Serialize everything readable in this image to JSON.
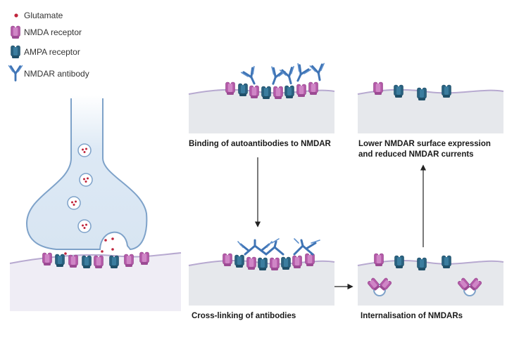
{
  "legend": {
    "glutamate": "Glutamate",
    "nmda": "NMDA receptor",
    "ampa": "AMPA receptor",
    "antibody": "NMDAR antibody"
  },
  "captions": {
    "binding": "Binding of autoantibodies to NMDAR",
    "crosslink": "Cross-linking of antibodies",
    "internal": "Internalisation of NMDARs",
    "lower_line1": "Lower NMDAR surface expression",
    "lower_line2": "and reduced NMDAR currents"
  },
  "colors": {
    "nmda": "#b45aa8",
    "ampa": "#2a6280",
    "antibody": "#3f74b5",
    "glutamate": "#c0243b",
    "terminal": "#dbe7f4",
    "membrane_panel": "#e6e8ec"
  },
  "icons": {
    "nmda": "nmda-receptor-icon",
    "ampa": "ampa-receptor-icon",
    "antibody": "antibody-icon",
    "glutamate": "glutamate-dot-icon"
  }
}
